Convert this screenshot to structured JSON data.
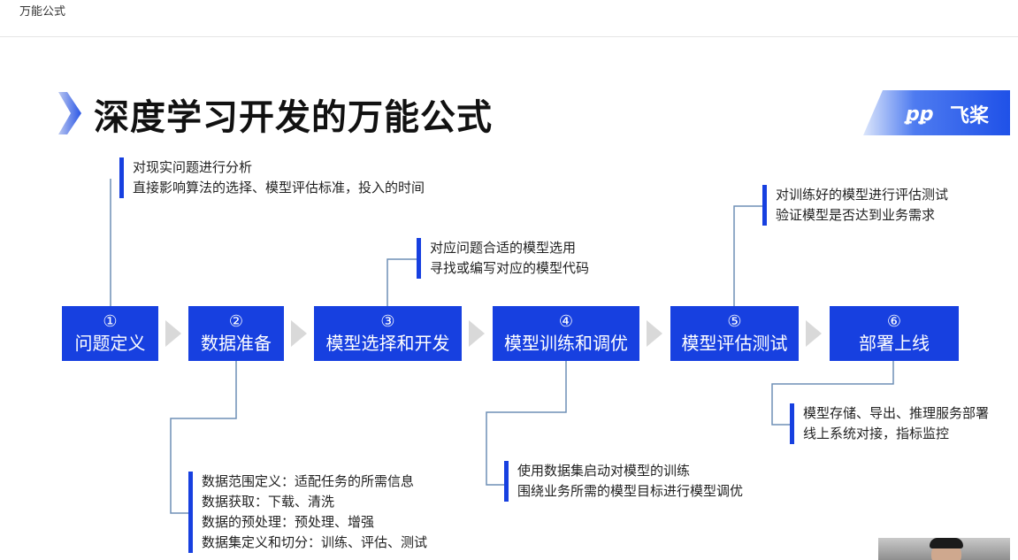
{
  "window": {
    "tab_title": "万能公式"
  },
  "slide": {
    "title": "深度学习开发的万能公式",
    "logo_text": "飞桨",
    "steps": [
      {
        "num": "①",
        "label": "问题定义"
      },
      {
        "num": "②",
        "label": "数据准备"
      },
      {
        "num": "③",
        "label": "模型选择和开发"
      },
      {
        "num": "④",
        "label": "模型训练和调优"
      },
      {
        "num": "⑤",
        "label": "模型评估测试"
      },
      {
        "num": "⑥",
        "label": "部署上线"
      }
    ],
    "notes": {
      "problem": [
        "对现实问题进行分析",
        "直接影响算法的选择、模型评估标准，投入的时间"
      ],
      "data": [
        "数据范围定义：适配任务的所需信息",
        "数据获取：下载、清洗",
        "数据的预处理：预处理、增强",
        "数据集定义和切分：训练、评估、测试"
      ],
      "model": [
        "对应问题合适的模型选用",
        "寻找或编写对应的模型代码"
      ],
      "train": [
        "使用数据集启动对模型的训练",
        "围绕业务所需的模型目标进行模型调优"
      ],
      "eval": [
        "对训练好的模型进行评估测试",
        "验证模型是否达到业务需求"
      ],
      "deploy": [
        "模型存储、导出、推理服务部署",
        "线上系统对接，指标监控"
      ]
    },
    "colors": {
      "accent": "#1740e0",
      "arrow": "#d9d9d9",
      "connector": "#6f8fb5"
    }
  }
}
